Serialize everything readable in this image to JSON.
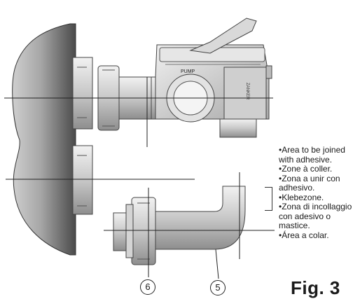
{
  "figure": {
    "label": "Fig. 3",
    "valve_label": "PUMP",
    "side_label": "ZANKER"
  },
  "legend": [
    "•Area to be joined",
    "with adhesive.",
    "•Zone à coller.",
    "•Zona a unir con",
    "adhesivo.",
    "•Klebezone.",
    "•Zona di incollaggio",
    "con adesivo o",
    "mastice.",
    "•Área a colar."
  ],
  "callouts": [
    {
      "number": "6"
    },
    {
      "number": "5"
    }
  ]
}
